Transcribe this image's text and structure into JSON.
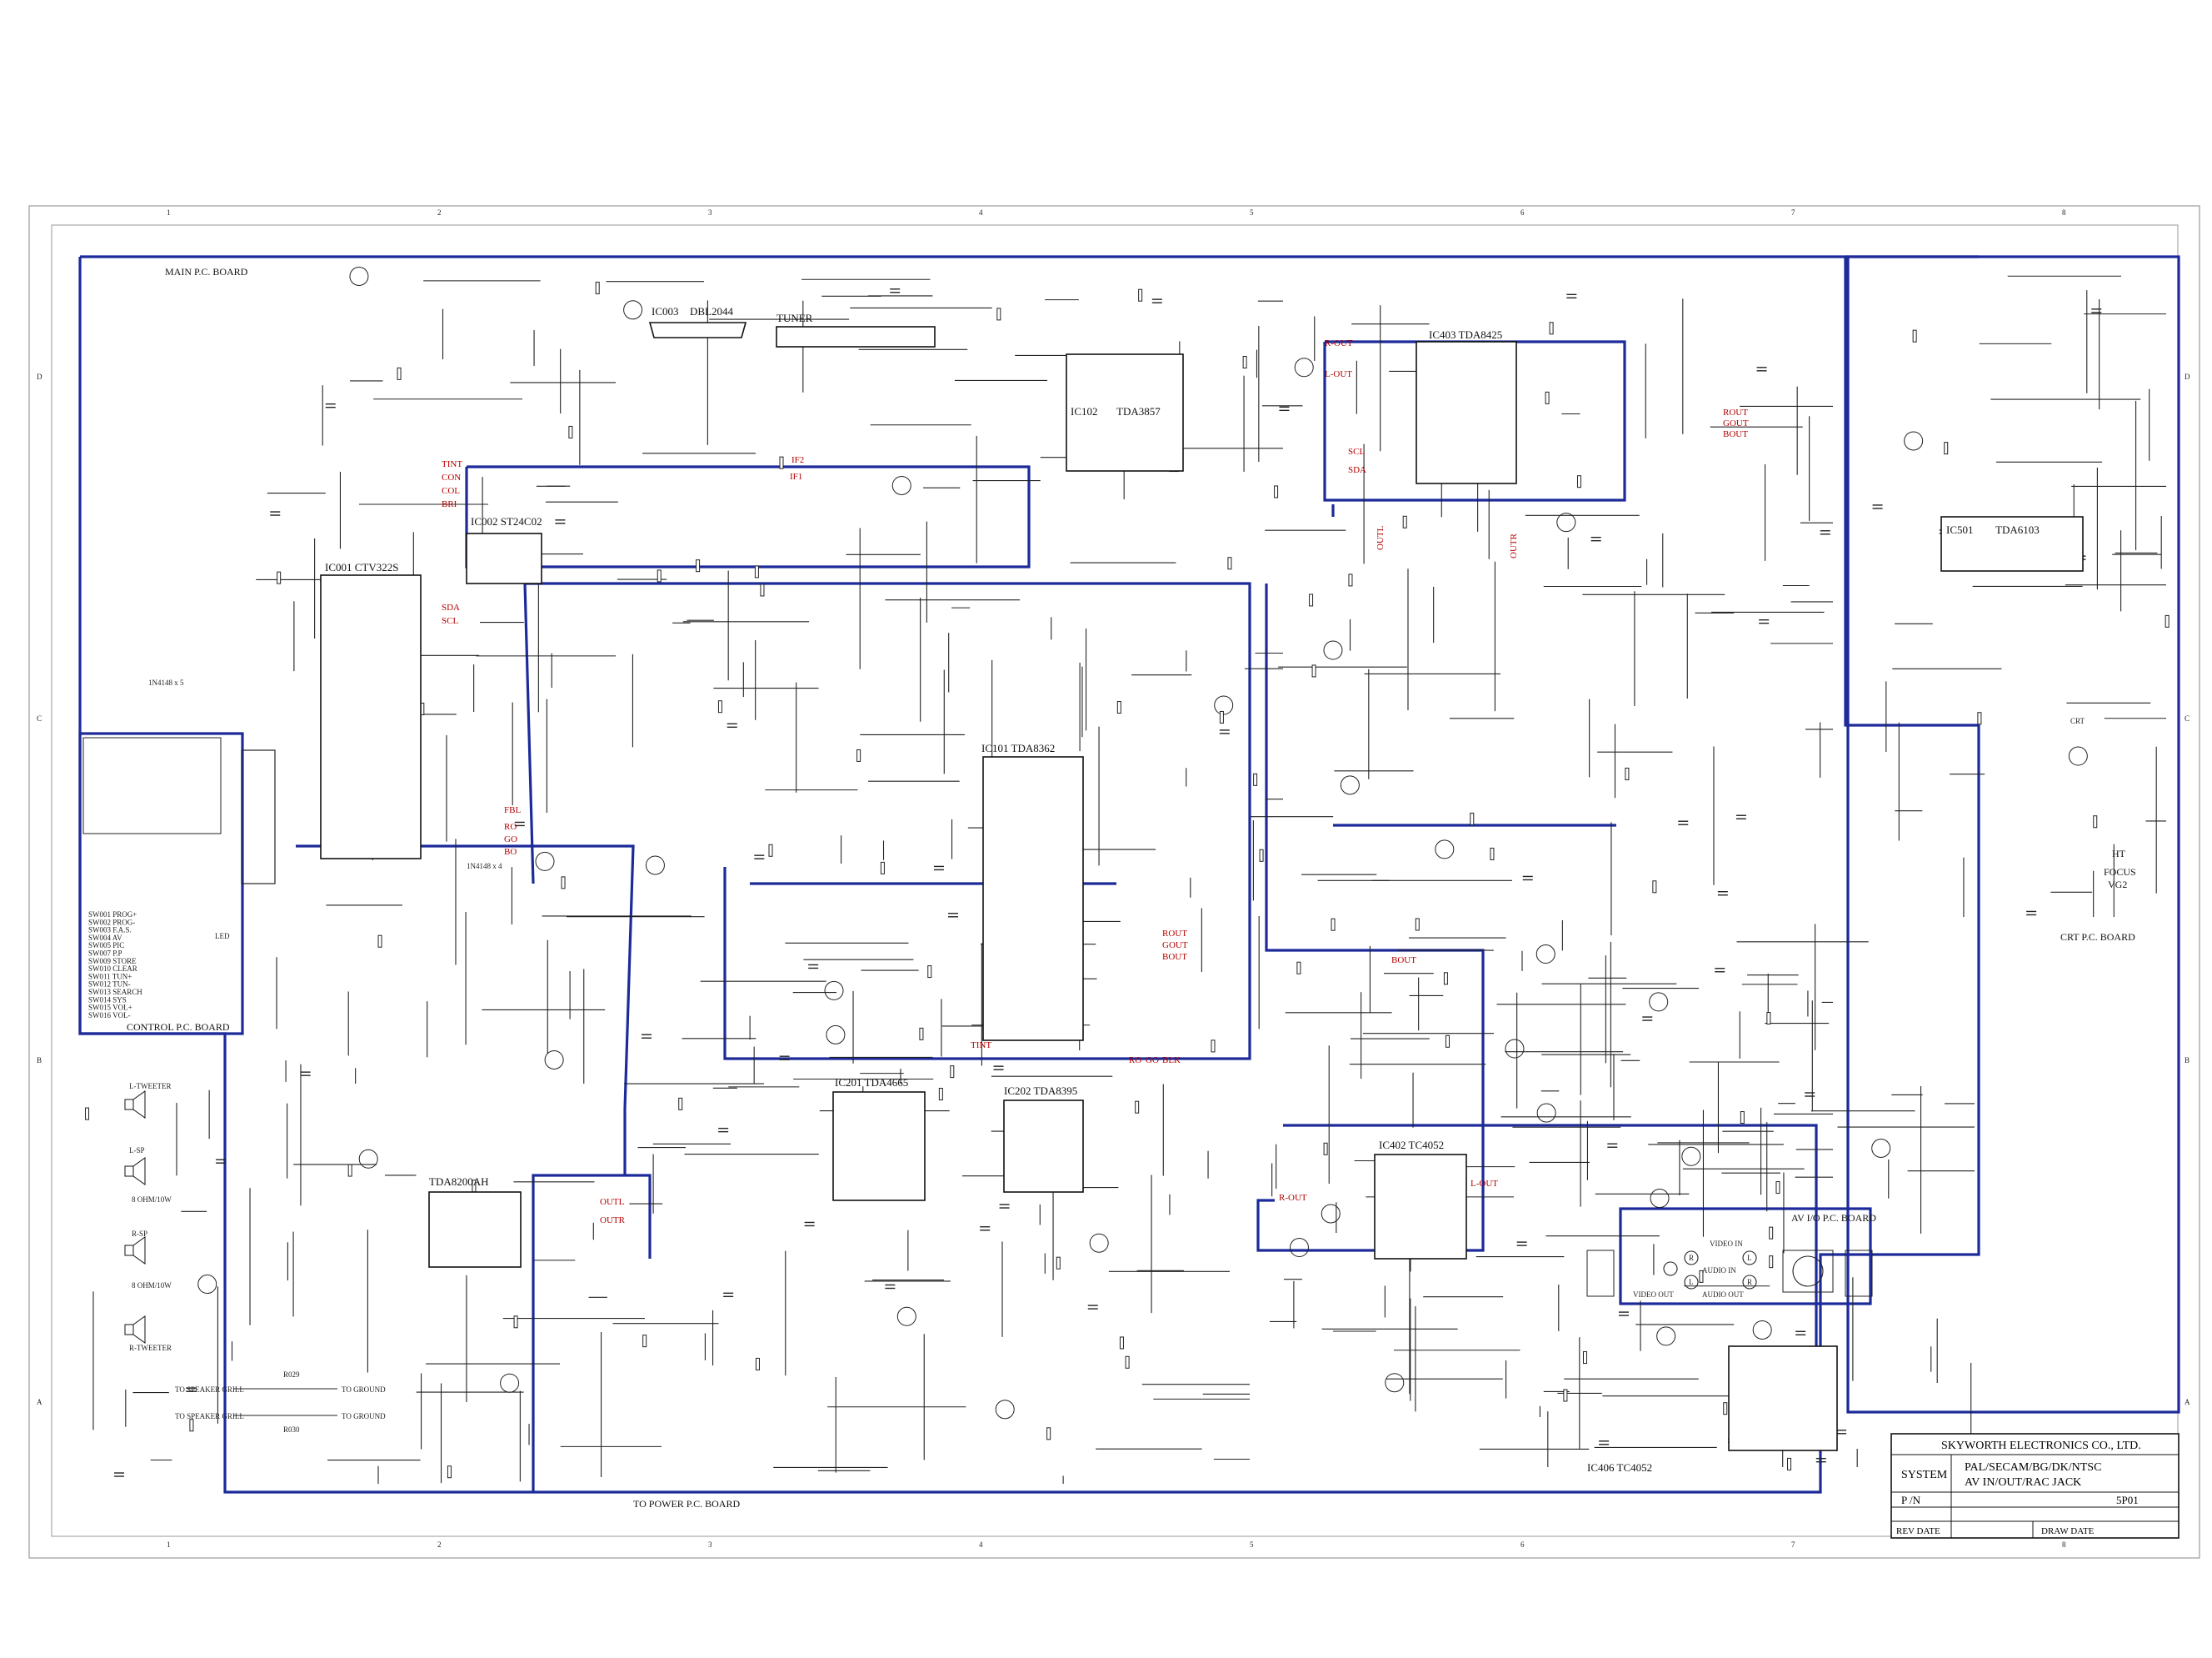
{
  "board_labels": {
    "main": "MAIN P.C. BOARD",
    "control": "CONTROL P.C. BOARD",
    "crt": "CRT P.C. BOARD",
    "av_io": "AV I/O P.C. BOARD",
    "power": "TO POWER P.C. BOARD"
  },
  "ics": {
    "ic001": "IC001 CTV322S",
    "ic002": "IC002 ST24C02",
    "ic003": "IC003",
    "ic003_part": "DBL2044",
    "tuner": "TUNER",
    "ic102": "IC102",
    "ic102_part": "TDA3857",
    "ic101": "IC101 TDA8362",
    "ic403": "IC403 TDA8425",
    "ic501": "IC501",
    "ic501_part": "TDA6103",
    "ic201": "IC201 TDA4665",
    "ic202": "IC202 TDA8395",
    "ic402": "IC402 TC4052",
    "ic406": "IC406  TC4052",
    "tda2030": "TDA8200AH"
  },
  "signals": {
    "tint": "TINT",
    "con": "CON",
    "col": "COL",
    "bri": "BRI",
    "sda": "SDA",
    "scl": "SCL",
    "rout": "ROUT",
    "gout": "GOUT",
    "bout": "BOUT",
    "r_out": "R-OUT",
    "l_out": "L-OUT",
    "outl": "OUTL",
    "outr": "OUTR",
    "fbl": "FBL",
    "ro": "RO",
    "go": "GO",
    "bo": "BO",
    "blk": "BLK",
    "ht": "HT",
    "focus": "FOCUS",
    "vg2": "VG2",
    "crt": "CRT",
    "if1": "IF1",
    "if2": "IF2"
  },
  "diode_notes": {
    "top": "1N4148 x 5",
    "bottom": "1N4148 x 4"
  },
  "switch_list": [
    "SW001  PROG+",
    "SW002  PROG-",
    "SW003  F.A.S.",
    "SW004  AV",
    "SW005  PIC",
    "SW007  P.P",
    "SW009  STORE",
    "SW010  CLEAR",
    "SW011  TUN+",
    "SW012  TUN-",
    "SW013  SEARCH",
    "SW014  SYS",
    "SW015  VOL+",
    "SW016  VOL-"
  ],
  "led": "LED",
  "speakers": {
    "l_tweeter": "L-TWEETER",
    "l_sp": "L-SP",
    "r_sp": "R-SP",
    "r_tweeter": "R-TWEETER",
    "l_spec": "8 OHM/10W",
    "r_spec": "8 OHM/10W"
  },
  "ground_notes": [
    {
      "left": "TO SPEAKER GRILL",
      "part": "R029",
      "right": "TO GROUND"
    },
    {
      "left": "TO SPEAKER GRILL",
      "part": "R030",
      "right": "TO GROUND"
    }
  ],
  "av_jacks": {
    "video_in": "VIDEO IN",
    "audio_in": "AUDIO IN",
    "video_out": "VIDEO OUT",
    "audio_out": "AUDIO OUT",
    "r": "R",
    "l": "L"
  },
  "title_block": {
    "company": "SKYWORTH ELECTRONICS CO., LTD.",
    "system_label": "SYSTEM",
    "system_line1": "PAL/SECAM/BG/DK/NTSC",
    "system_line2": "AV IN/OUT/RAC JACK",
    "pn_label": "P /N",
    "pn_value": "5P01",
    "rev_date": "REV DATE",
    "draw_date": "DRAW DATE"
  },
  "frame_numbers": [
    "1",
    "2",
    "3",
    "4",
    "5",
    "6",
    "7",
    "8"
  ],
  "frame_letters": [
    "D",
    "C",
    "B",
    "A"
  ]
}
